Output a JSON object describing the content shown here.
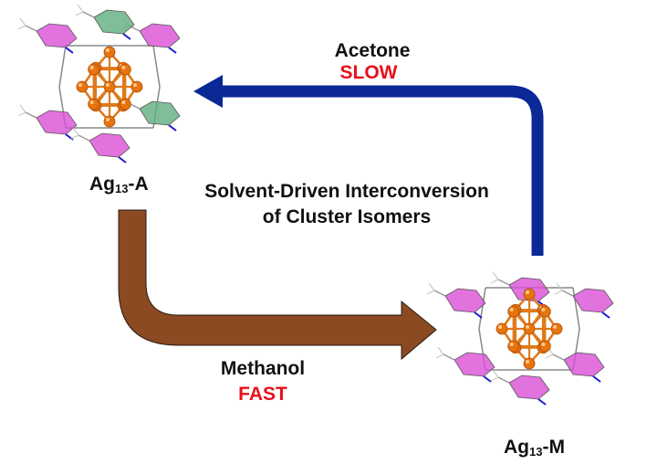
{
  "top_arrow": {
    "solvent": "Acetone",
    "speed": "SLOW",
    "color": "#0a2896"
  },
  "bottom_arrow": {
    "solvent": "Methanol",
    "speed": "FAST",
    "color": "#8b4a22"
  },
  "title": {
    "line1": "Solvent-Driven Interconversion",
    "line2": "of Cluster Isomers"
  },
  "isomer_a": {
    "prefix": "Ag",
    "subscript": "13",
    "suffix": "-A"
  },
  "isomer_m": {
    "prefix": "Ag",
    "subscript": "13",
    "suffix": "-M"
  },
  "colors": {
    "silver_atom": "#e8740f",
    "bond": "#e07a1a",
    "ligand_magenta": "#d94fd6",
    "ligand_green": "#5fae7e",
    "nitrogen": "#1a1ad0",
    "hydrogen": "#c8c8c8"
  }
}
